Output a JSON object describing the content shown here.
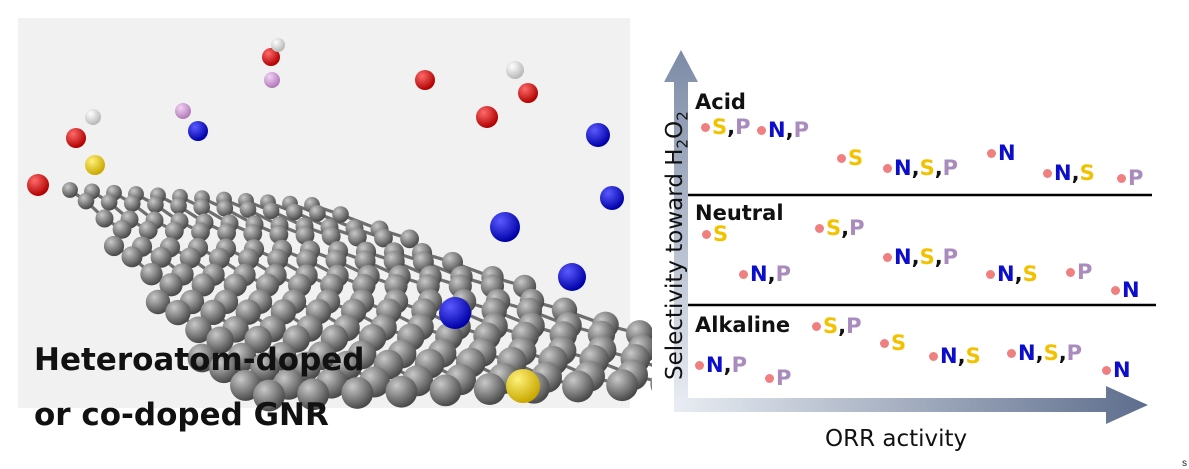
{
  "figure": {
    "caption_line1": "Heteroatom-doped",
    "caption_line2": "or co-doped GNR",
    "y_axis_label": "Selectivity toward H2O2",
    "x_axis_label": "ORR activity",
    "corner_mark": "s",
    "colors": {
      "N": "#0d0dcc",
      "S": "#f2c200",
      "P": "#a98bbd",
      "O": "#dd1111",
      "H": "#e8e8e8",
      "C": "#808080",
      "dot": "#f08080",
      "axis": "#6e7f9a"
    }
  },
  "regions": [
    {
      "label": "Acid",
      "items": [
        [
          "S",
          ",",
          "P"
        ],
        [
          "N",
          ",",
          "P"
        ],
        [
          "S"
        ],
        [
          "N",
          ",",
          "S",
          ",",
          "P"
        ],
        [
          "N"
        ],
        [
          "N",
          ",",
          "S"
        ],
        [
          "P"
        ]
      ]
    },
    {
      "label": "Neutral",
      "items": [
        [
          "S"
        ],
        [
          "S",
          ",",
          "P"
        ],
        [
          "N",
          ",",
          "P"
        ],
        [
          "N",
          ",",
          "S",
          ",",
          "P"
        ],
        [
          "N",
          ",",
          "S"
        ],
        [
          "P"
        ],
        [
          "N"
        ]
      ]
    },
    {
      "label": "Alkaline",
      "items": [
        [
          "S",
          ",",
          "P"
        ],
        [
          "N",
          ",",
          "P"
        ],
        [
          "P"
        ],
        [
          "S"
        ],
        [
          "N",
          ",",
          "S"
        ],
        [
          "N",
          ",",
          "S",
          ",",
          "P"
        ],
        [
          "N"
        ]
      ]
    }
  ]
}
